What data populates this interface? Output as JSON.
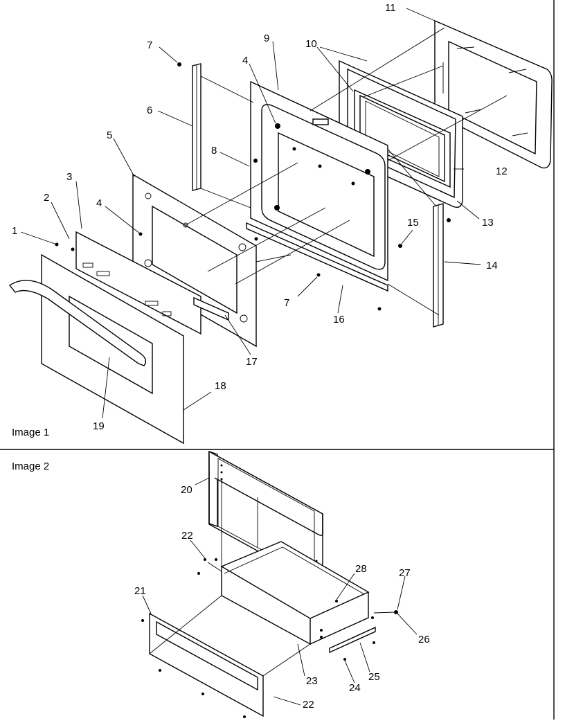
{
  "panels": [
    {
      "label": "Image 1"
    },
    {
      "label": "Image 2"
    }
  ],
  "callouts_image1": [
    "1",
    "2",
    "3",
    "4",
    "4",
    "5",
    "6",
    "7",
    "7",
    "8",
    "9",
    "10",
    "11",
    "12",
    "13",
    "14",
    "15",
    "16",
    "17",
    "18",
    "19"
  ],
  "callouts_image2": [
    "20",
    "21",
    "22",
    "22",
    "23",
    "24",
    "25",
    "26",
    "27",
    "28"
  ]
}
